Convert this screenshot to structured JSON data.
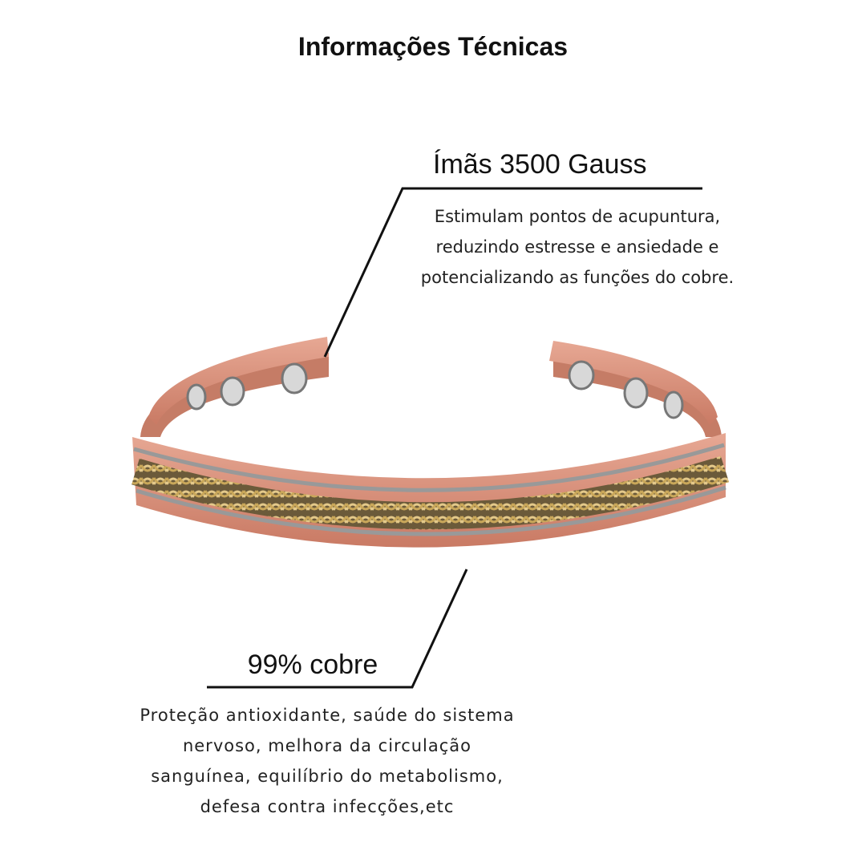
{
  "title": "Informações Técnicas",
  "features": [
    {
      "heading": "Ímãs 3500 Gauss",
      "lines": [
        "Estimulam pontos de acupuntura,",
        "reduzindo estresse e ansiedade e",
        "potencializando as funções do cobre."
      ]
    },
    {
      "heading": "99% cobre",
      "lines": [
        "Proteção antioxidante, saúde do sistema",
        "nervoso, melhora da circulação",
        "sanguínea, equilíbrio do metabolismo,",
        "defesa contra infecções,etc"
      ]
    }
  ],
  "colors": {
    "copper": "#d9907a",
    "copper_dark": "#b86a55",
    "gold": "#c9a75a",
    "silver": "#b8b8b8"
  }
}
